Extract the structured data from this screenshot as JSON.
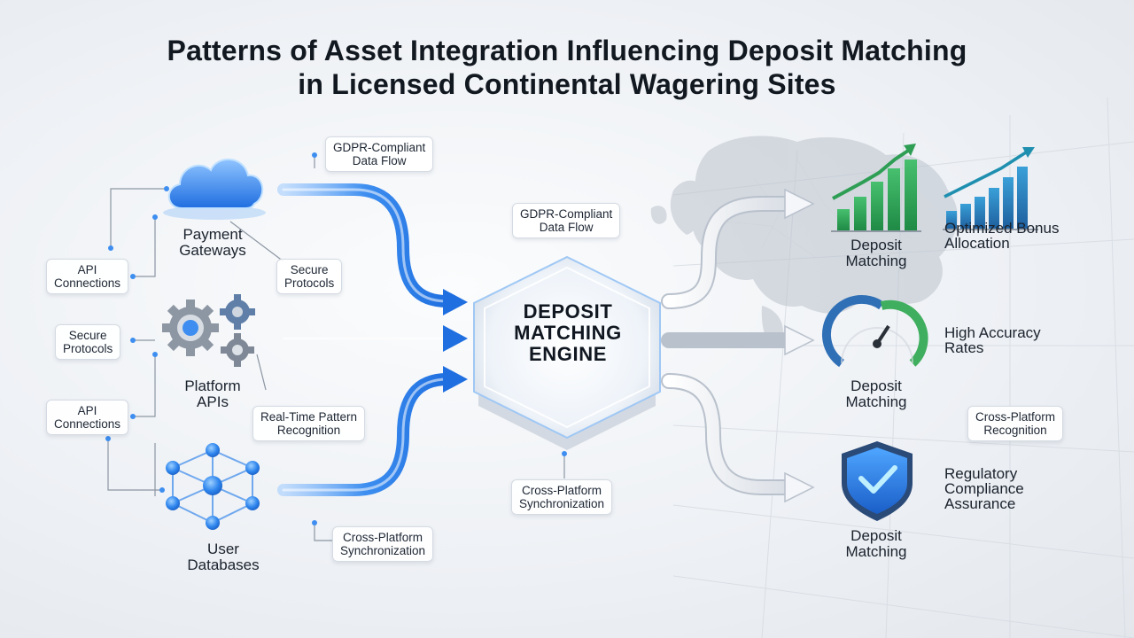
{
  "title": {
    "line1": "Patterns of Asset Integration Influencing Deposit Matching",
    "line2": "in Licensed Continental Wagering Sites"
  },
  "sources": {
    "payment_gateways": [
      "Payment",
      "Gateways"
    ],
    "platform_apis": [
      "Platform",
      "APIs"
    ],
    "user_databases": [
      "User",
      "Databases"
    ]
  },
  "tags": {
    "api_connections_top": [
      "API",
      "Connections"
    ],
    "secure_protocols_left": [
      "Secure",
      "Protocols"
    ],
    "api_connections_bottom": [
      "API",
      "Connections"
    ],
    "secure_protocols_right": [
      "Secure",
      "Protocols"
    ],
    "gdpr_top": [
      "GDPR-Compliant",
      "Data Flow"
    ],
    "gdpr_center": [
      "GDPR-Compliant",
      "Data Flow"
    ],
    "realtime_pattern": [
      "Real-Time Pattern",
      "Recognition"
    ],
    "cross_platform_left": [
      "Cross-Platform",
      "Synchronization"
    ],
    "cross_platform_center": [
      "Cross-Platform",
      "Synchronization"
    ],
    "cross_platform_right": [
      "Cross-Platform",
      "Recognition"
    ]
  },
  "engine": [
    "DEPOSIT",
    "MATCHING",
    "ENGINE"
  ],
  "outputs": {
    "top": {
      "label": [
        "Deposit",
        "Matching"
      ],
      "side": [
        "Optimized Bonus",
        "Allocation"
      ]
    },
    "middle": {
      "label": [
        "Deposit",
        "Matching"
      ],
      "side": [
        "High Accuracy",
        "Rates"
      ]
    },
    "bottom": {
      "label": [
        "Deposit",
        "Matching"
      ],
      "side": [
        "Regulatory",
        "Compliance",
        "Assurance"
      ]
    }
  },
  "colors": {
    "blue_accent": "#2f7fe6",
    "green_accent": "#2e9e55",
    "teal_accent": "#1f6fa8"
  },
  "icons": {
    "cloud": "cloud-icon",
    "gears": "gears-icon",
    "network": "network-icon",
    "growth_chart": "growth-bar-chart-icon",
    "gauge": "gauge-icon",
    "shield": "shield-check-icon"
  }
}
